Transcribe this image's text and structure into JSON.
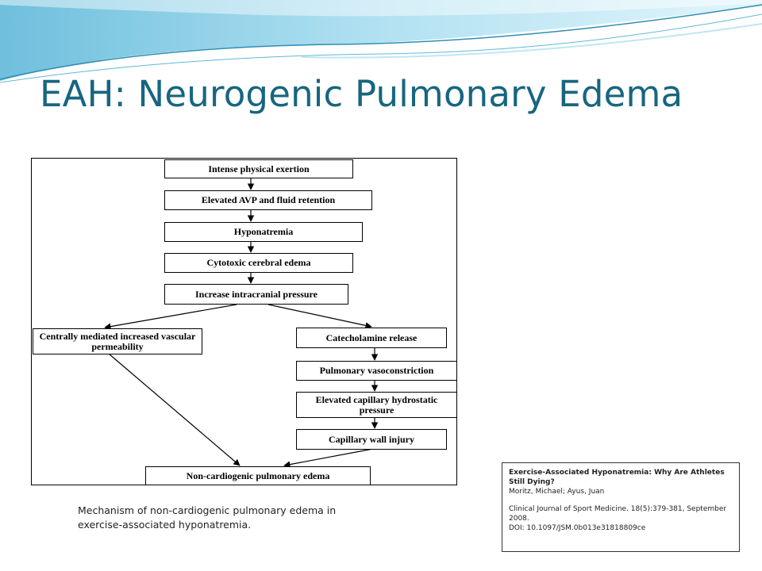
{
  "slide": {
    "title": "EAH: Neurogenic Pulmonary Edema",
    "caption": "Mechanism of non-cardiogenic pulmonary edema in exercise-associated hyponatremia."
  },
  "flowchart": {
    "nodes": {
      "exertion": "Intense physical exertion",
      "avp": "Elevated AVP and fluid retention",
      "hyponatremia": "Hyponatremia",
      "cerebral_edema": "Cytotoxic cerebral edema",
      "icp": "Increase intracranial pressure",
      "vascular": "Centrally mediated increased vascular permeability",
      "catecholamine": "Catecholamine release",
      "vasoconstriction": "Pulmonary vasoconstriction",
      "capillary_pressure": "Elevated capillary hydrostatic pressure",
      "wall_injury": "Capillary wall injury",
      "edema": "Non-cardiogenic pulmonary edema"
    }
  },
  "reference": {
    "title": "Exercise-Associated Hyponatremia: Why Are Athletes Still Dying?",
    "authors": "Moritz, Michael; Ayus, Juan",
    "journal": "Clinical Journal of Sport Medicine. 18(5):379-381, September 2008.",
    "doi": "DOI: 10.1097/JSM.0b013e31818809ce"
  },
  "colors": {
    "title": "#17667f",
    "wave_dark": "#2f8fb3",
    "wave_light": "#bfe6f3"
  }
}
